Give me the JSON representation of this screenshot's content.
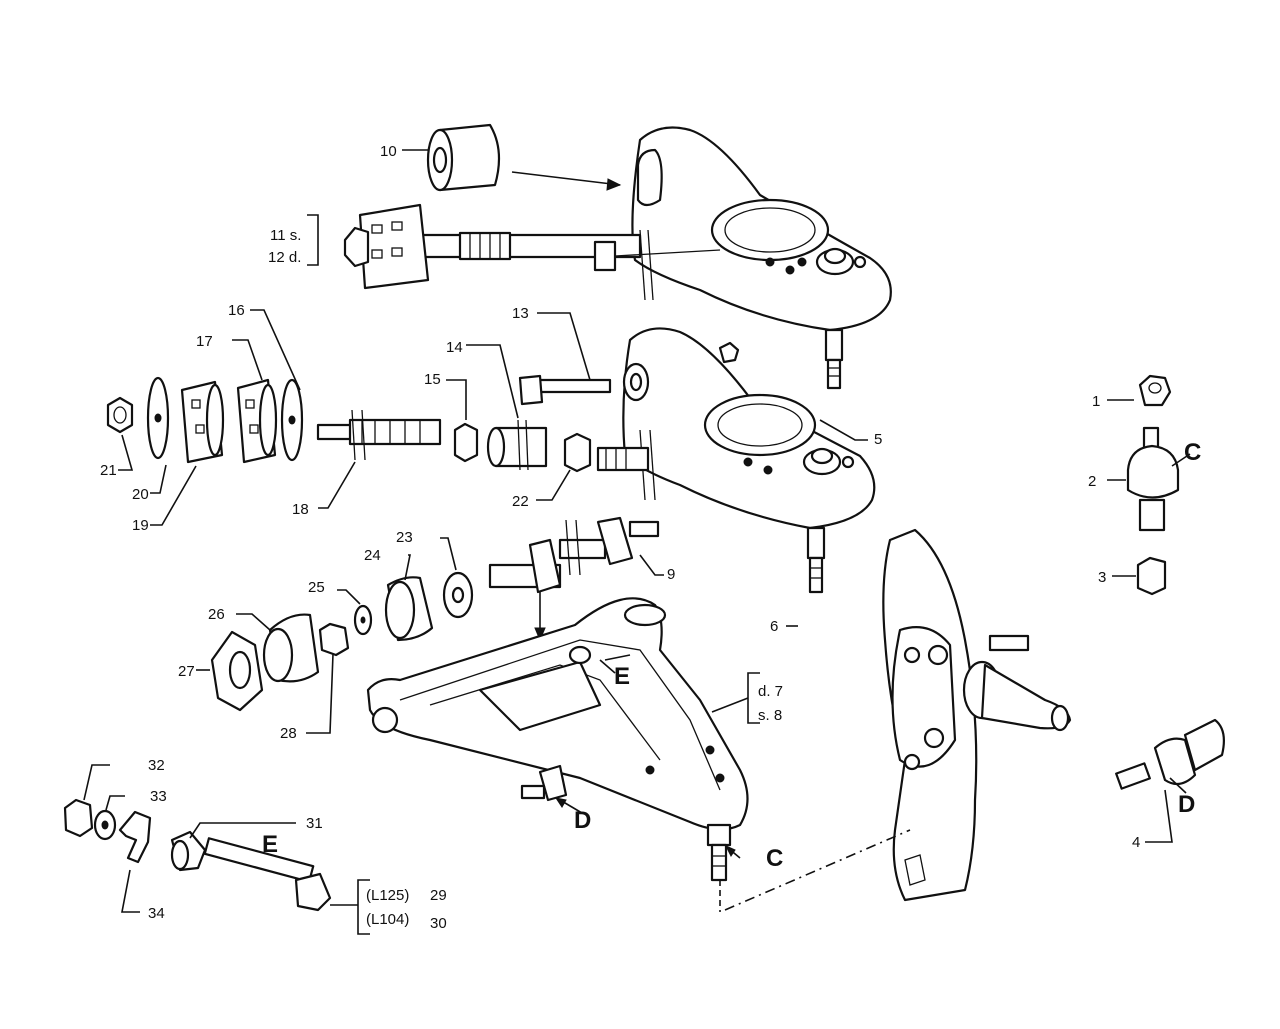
{
  "callouts": {
    "p1": "1",
    "p2": "2",
    "p3": "3",
    "p4": "4",
    "p5": "5",
    "p6": "6",
    "p7": "d. 7",
    "p8": "s. 8",
    "p9": "9",
    "p10": "10",
    "p11": "11 s.",
    "p12": "12 d.",
    "p13": "13",
    "p14": "14",
    "p15": "15",
    "p16": "16",
    "p17": "17",
    "p18": "18",
    "p19": "19",
    "p20": "20",
    "p21": "21",
    "p22": "22",
    "p23": "23",
    "p24": "24",
    "p25": "25",
    "p26": "26",
    "p27": "27",
    "p28": "28",
    "p29_code": "(L125)",
    "p29": "29",
    "p30_code": "(L104)",
    "p30": "30",
    "p31": "31",
    "p32": "32",
    "p33": "33",
    "p34": "34"
  },
  "view_letters": {
    "c_joint": "C",
    "c_arm": "C",
    "d_pin": "D",
    "d_arm": "D",
    "e_arm": "E",
    "e_bolt": "E"
  }
}
